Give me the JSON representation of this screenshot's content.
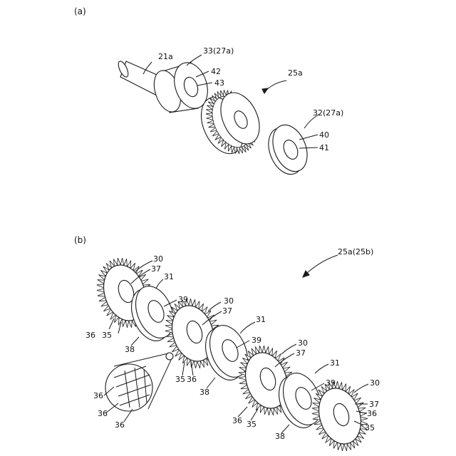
{
  "panels": {
    "a": {
      "caption": "(a)",
      "labels": {
        "shaft": "21a",
        "left_disc": "33(27a)",
        "left_disc_face": "42",
        "left_disc_bore": "43",
        "assembly": "25a",
        "right_disc": "32(27a)",
        "right_disc_face": "40",
        "right_disc_bore": "41"
      }
    },
    "b": {
      "caption": "(b)",
      "assembly_label": "25a(25b)",
      "bristle_disc": {
        "body": "30",
        "bore": "37",
        "bristle": "36",
        "base": "35"
      },
      "spacer": {
        "body": "31",
        "bore": "39",
        "face": "38"
      },
      "detail": {
        "bristle": "36"
      }
    }
  }
}
